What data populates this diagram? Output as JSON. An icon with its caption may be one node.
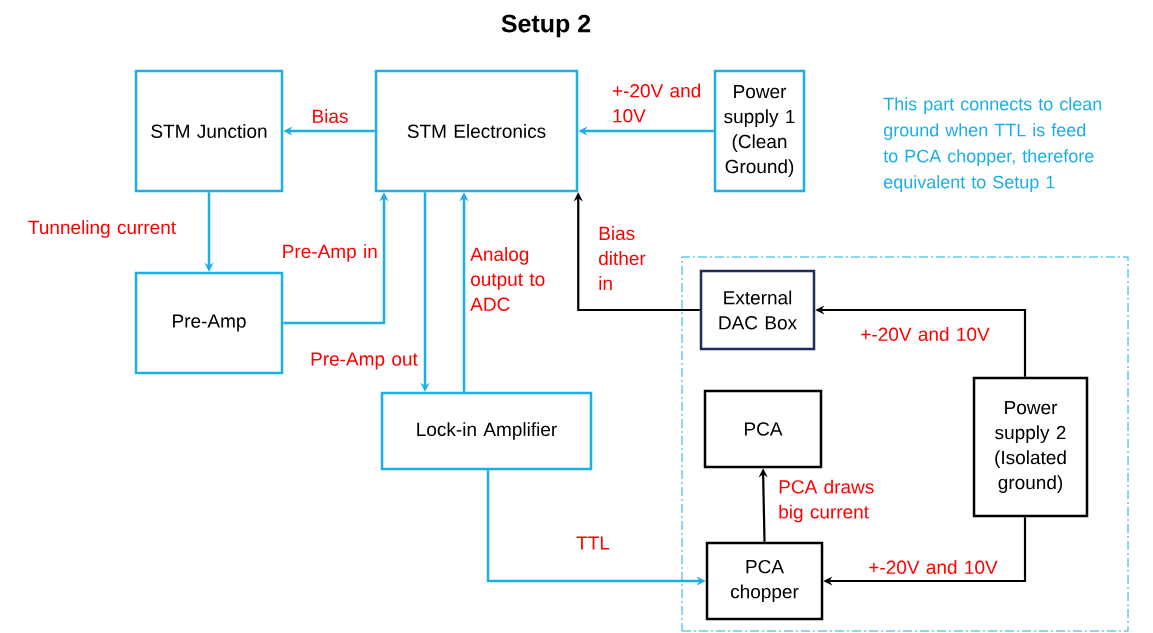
{
  "diagram": {
    "title": "Setup 2",
    "nodes": [
      {
        "text": [
          "STM Junction"
        ]
      },
      {
        "text": [
          "STM Electronics"
        ]
      },
      {
        "text": [
          "Power supply 1 (Clean Ground)"
        ]
      },
      {
        "text": [
          "Pre-Amp"
        ]
      },
      {
        "text": [
          "Lock-in Amplifier"
        ]
      },
      {
        "text": [
          "This part connects to clean ground when TTL is feed to PCA chopper, therefore equivalent to Setup 1"
        ]
      },
      {
        "text": [
          "External DAC Box"
        ],
        "in": 5
      },
      {
        "text": [
          "PCA"
        ],
        "in": 5
      },
      {
        "text": [
          "Power supply 2 (Isolated ground)"
        ],
        "in": 5
      },
      {
        "text": [
          "PCA chopper"
        ],
        "in": 5
      }
    ],
    "edges": [
      {
        "from": 1,
        "to": 0,
        "arrow": "to",
        "label": "Bias"
      },
      {
        "from": 2,
        "to": 1,
        "arrow": "to",
        "label": "+-20V and 10V"
      },
      {
        "from": 0,
        "to": 3,
        "arrow": "to",
        "label": "Tunneling current"
      },
      {
        "from": 3,
        "to": 1,
        "arrow": "to",
        "label": "Pre-Amp in"
      },
      {
        "from": 1,
        "to": 4,
        "arrow": "to",
        "label": "Pre-Amp out"
      },
      {
        "from": 4,
        "to": 1,
        "arrow": "to",
        "label": "Analog output to ADC"
      },
      {
        "from": 6,
        "to": 1,
        "arrow": "to",
        "label": "Bias dither in",
        "color": "#000000"
      },
      {
        "from": 8,
        "to": 6,
        "arrow": "to",
        "label": "+-20V and 10V",
        "color": "#000000"
      },
      {
        "from": 9,
        "to": 7,
        "arrow": "to",
        "label": "PCA draws big current",
        "color": "#000000"
      },
      {
        "from": 8,
        "to": 9,
        "arrow": "to",
        "label": "+-20V and 10V",
        "color": "#000000"
      },
      {
        "from": 4,
        "to": 9,
        "arrow": "to",
        "label": "TTL"
      }
    ]
  }
}
